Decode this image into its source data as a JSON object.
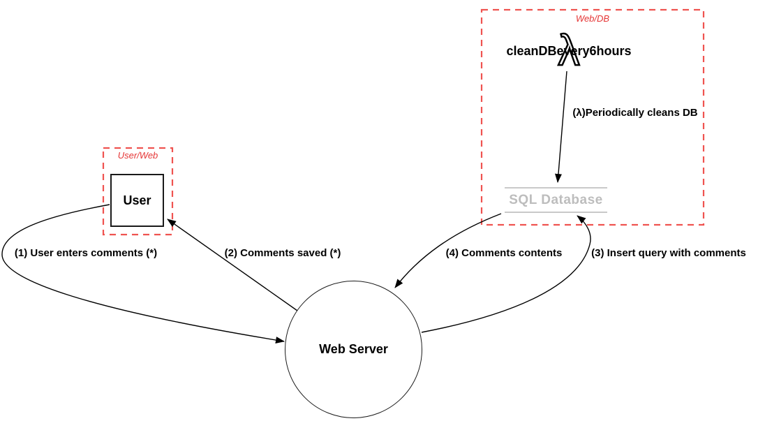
{
  "diagram": {
    "type": "data-flow-diagram",
    "background": "#ffffff",
    "colors": {
      "boundary_border": "#ef5350",
      "boundary_label_text": "#e53535",
      "node_border": "#1a1a1a",
      "edge_stroke": "#000000",
      "label_text": "#000000",
      "database_text": "#bdbdbd",
      "database_lines": "#c9c9c9"
    },
    "boundaries": {
      "user_web": {
        "label": "User/Web"
      },
      "web_db": {
        "label": "Web/DB"
      }
    },
    "nodes": {
      "user": {
        "label": "User",
        "shape": "square"
      },
      "web_server": {
        "label": "Web Server",
        "shape": "circle"
      },
      "sql_database": {
        "label": "SQL Database",
        "shape": "database"
      },
      "lambda_function": {
        "label": "cleanDBevery6hours",
        "glyph": "λ",
        "shape": "lambda"
      }
    },
    "edges": {
      "e1": {
        "label": "(1) User enters comments (*)",
        "from": "User",
        "to": "Web Server"
      },
      "e2": {
        "label": "(2) Comments saved (*)",
        "from": "Web Server",
        "to": "User"
      },
      "e3": {
        "label": "(3) Insert query with comments",
        "from": "Web Server",
        "to": "SQL Database"
      },
      "e4": {
        "label": "(4) Comments contents",
        "from": "SQL Database",
        "to": "Web Server"
      },
      "e5": {
        "label": "(λ)Periodically cleans DB",
        "from": "cleanDBevery6hours",
        "to": "SQL Database"
      }
    }
  }
}
